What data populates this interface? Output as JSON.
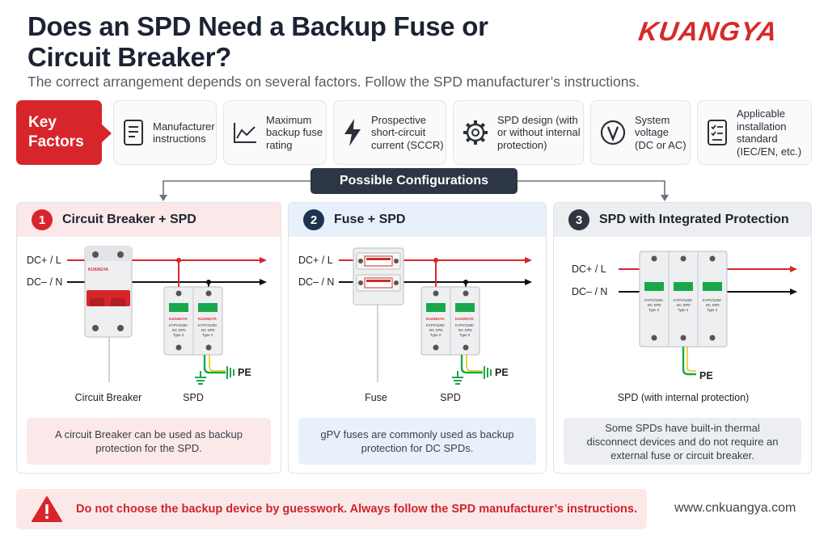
{
  "header": {
    "title": "Does an SPD Need a Backup Fuse or Circuit Breaker?",
    "subtitle": "The correct arrangement depends on several factors. Follow the SPD manufacturer’s instructions.",
    "brand": "KUANGYA"
  },
  "key_factors": {
    "label": "Key Factors",
    "items": [
      {
        "icon": "document-icon",
        "label": "Manufacturer instructions"
      },
      {
        "icon": "chart-line-icon",
        "label": "Maximum backup fuse rating"
      },
      {
        "icon": "lightning-icon",
        "label": "Prospective short-circuit current (SCCR)"
      },
      {
        "icon": "gear-icon",
        "label": "SPD design (with or without internal protection)"
      },
      {
        "icon": "voltage-icon",
        "label": "System voltage (DC or AC)"
      },
      {
        "icon": "checklist-icon",
        "label": "Applicable installation standard (IEC/EN, etc.)"
      }
    ]
  },
  "configurations_label": "Possible Configurations",
  "configurations": [
    {
      "number": "1",
      "title": "Circuit Breaker + SPD",
      "line_pos": "DC+ / L",
      "line_neg": "DC– / N",
      "device_label": "Circuit Breaker",
      "spd_label": "SPD",
      "pe_label": "PE",
      "module_brand": "KUANGYA",
      "module_text": [
        "KYPV/1000",
        "DC SPD",
        "Type 2"
      ],
      "note": "A circuit Breaker can be used as backup protection for the SPD.",
      "color": "#d7262b"
    },
    {
      "number": "2",
      "title": "Fuse + SPD",
      "line_pos": "DC+ / L",
      "line_neg": "DC– / N",
      "device_label": "Fuse",
      "spd_label": "SPD",
      "pe_label": "PE",
      "module_brand": "KUANGYA",
      "module_text": [
        "KYPV/1000",
        "DC SPD",
        "Type 2"
      ],
      "note": "gPV fuses are commonly used as backup protection for DC SPDs.",
      "color": "#1e3350"
    },
    {
      "number": "3",
      "title": "SPD with Integrated Protection",
      "line_pos": "DC+ / L",
      "line_neg": "DC– / N",
      "spd_label": "SPD (with internal protection)",
      "pe_label": "PE",
      "module_text": [
        "KYPV/1000",
        "DC SPD",
        "Type 2"
      ],
      "note": "Some SPDs have built-in thermal disconnect devices and do not require an external fuse or circuit breaker.",
      "color": "#2f3640"
    }
  ],
  "warning": "Do not choose the backup device by guesswork. Always follow the SPD manufacturer’s instructions.",
  "website": "www.cnkuangya.com",
  "colors": {
    "red": "#d7262b",
    "navy": "#1e3350",
    "dark": "#2c3644",
    "green": "#18a84a"
  }
}
